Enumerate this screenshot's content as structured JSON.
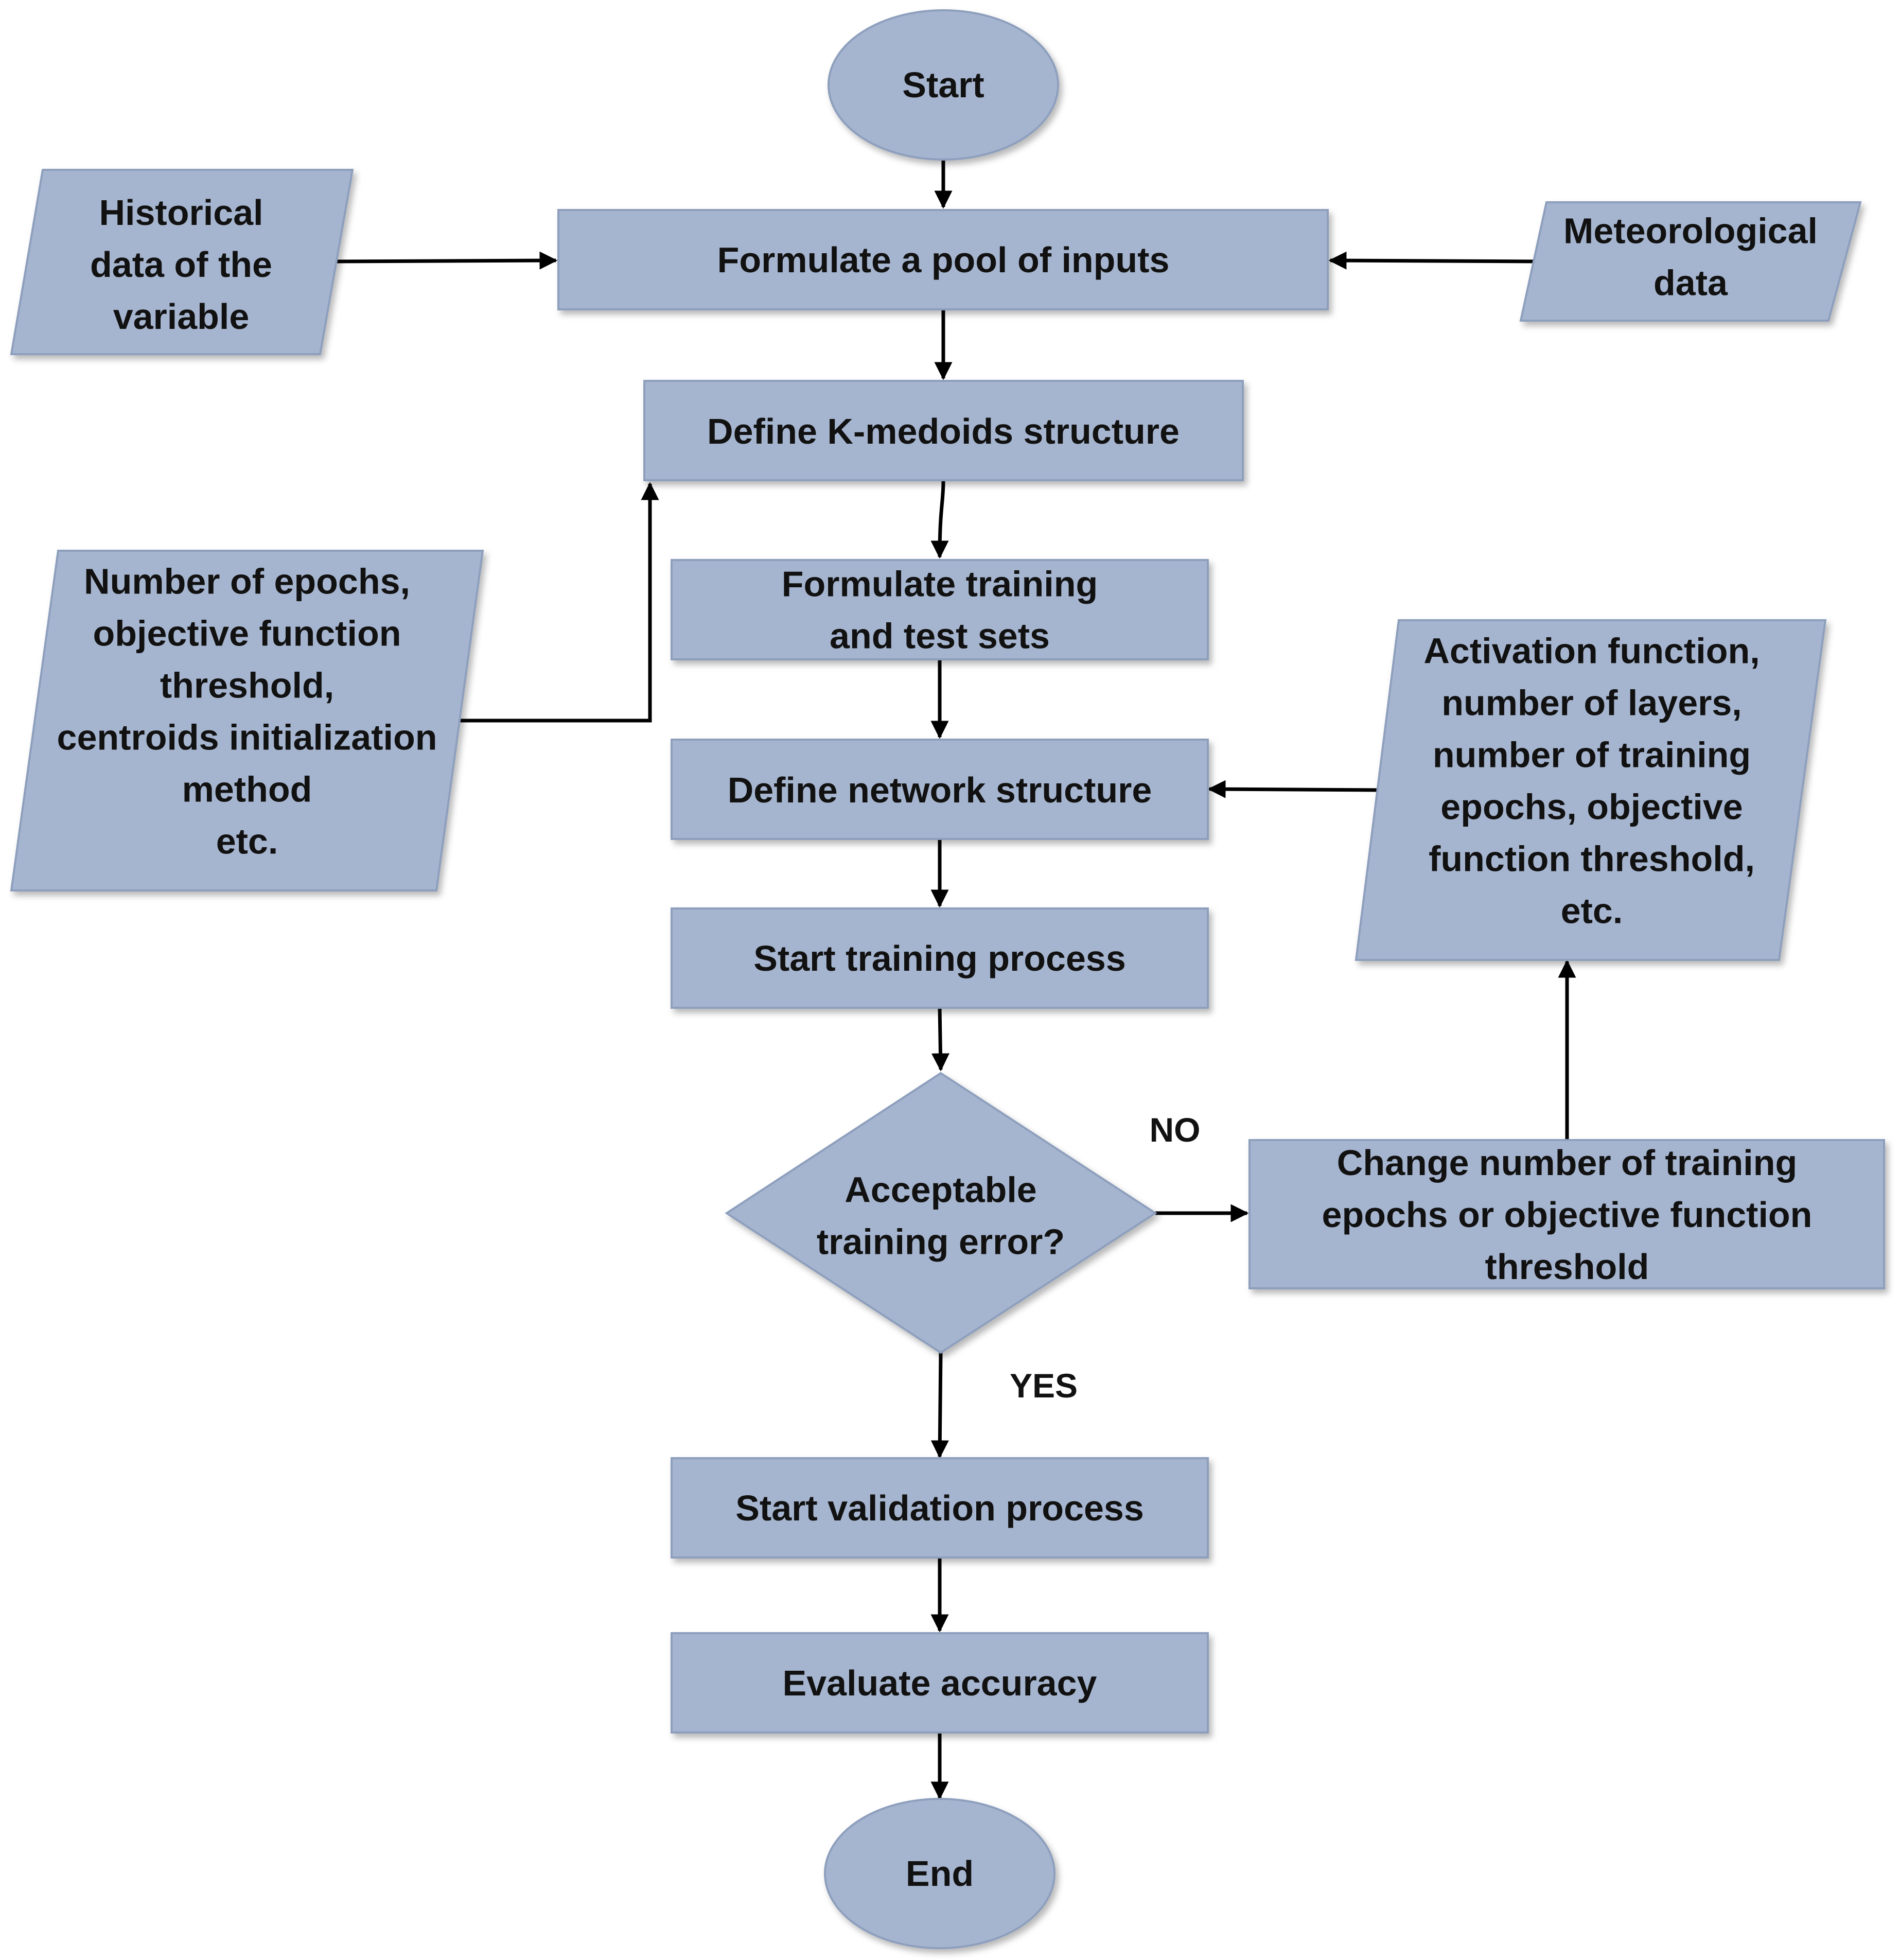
{
  "nodes": {
    "start": {
      "lines": [
        "Start"
      ]
    },
    "historical": {
      "lines": [
        "Historical",
        "data of the",
        "variable"
      ]
    },
    "pool": {
      "lines": [
        "Formulate a pool of inputs"
      ]
    },
    "meteo": {
      "lines": [
        "Meteorological",
        "data"
      ]
    },
    "kmedoids": {
      "lines": [
        "Define K-medoids structure"
      ]
    },
    "params_left": {
      "lines": [
        "Number of epochs,",
        "objective function",
        "threshold,",
        "centroids initialization",
        "method",
        "etc."
      ]
    },
    "train_test": {
      "lines": [
        "Formulate training",
        "and test sets"
      ]
    },
    "params_right": {
      "lines": [
        "Activation function,",
        "number of layers,",
        "number of training",
        "epochs, objective",
        "function threshold,",
        "etc."
      ]
    },
    "network": {
      "lines": [
        "Define network structure"
      ]
    },
    "training": {
      "lines": [
        "Start training process"
      ]
    },
    "decision": {
      "lines": [
        "Acceptable",
        "training error?"
      ]
    },
    "change": {
      "lines": [
        "Change number of training",
        "epochs or objective function",
        "threshold"
      ]
    },
    "validation": {
      "lines": [
        "Start validation process"
      ]
    },
    "evaluate": {
      "lines": [
        "Evaluate accuracy"
      ]
    },
    "end": {
      "lines": [
        "End"
      ]
    }
  },
  "branch_labels": {
    "no": "NO",
    "yes": "YES"
  },
  "style": {
    "shape_fill": "#a6b5cf",
    "shape_stroke": "#8d9fbd",
    "text_color": "#111111",
    "connector_color": "#000000"
  }
}
